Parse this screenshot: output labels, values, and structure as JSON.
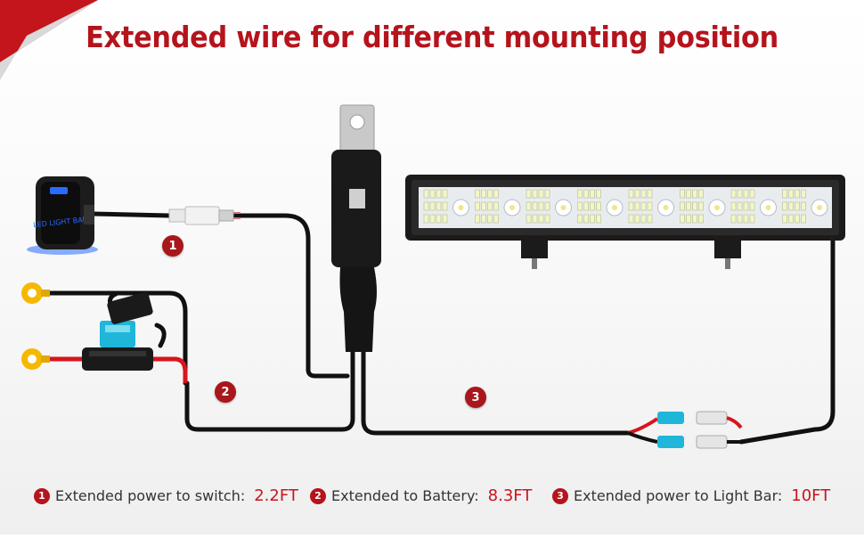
{
  "title": "Extended wire for different mounting position",
  "markers": [
    "1",
    "2",
    "3"
  ],
  "switch_label": "LED LIGHT BAR",
  "legend": [
    {
      "num": "1",
      "label": "Extended power to switch:",
      "value": "2.2FT"
    },
    {
      "num": "2",
      "label": "Extended to Battery:",
      "value": "8.3FT"
    },
    {
      "num": "3",
      "label": "Extended power to Light Bar:",
      "value": "10FT"
    }
  ],
  "colors": {
    "accent": "#b5141c",
    "wire": "#111111",
    "red_wire": "#d8141c",
    "ring_terminal": "#f5b800",
    "fuse": "#1fb6d9",
    "switch_glow": "#2a6bff"
  }
}
